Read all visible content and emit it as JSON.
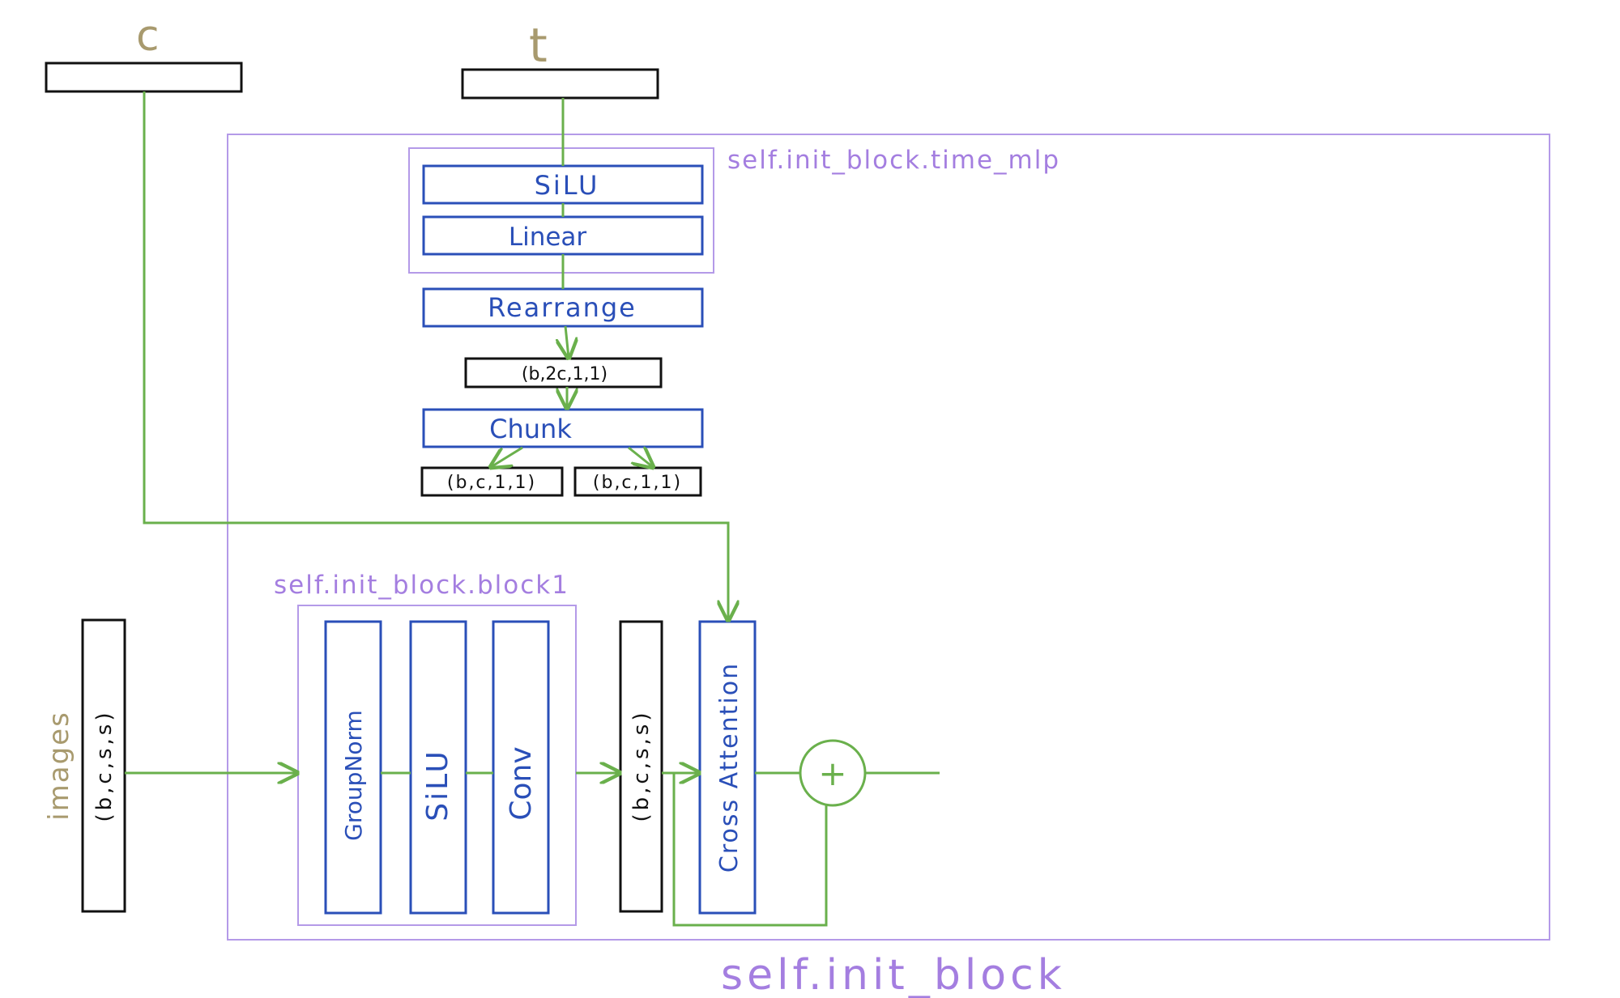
{
  "inputs": {
    "c_label": "c",
    "t_label": "t",
    "images_label": "images",
    "images_shape": "(b,c,s,s)"
  },
  "containers": {
    "init_block": "self.init_block",
    "time_mlp": "self.init_block.time_mlp",
    "block1": "self.init_block.block1"
  },
  "time_mlp_layers": {
    "silu": "SiLU",
    "linear": "Linear"
  },
  "time_path": {
    "rearrange": "Rearrange",
    "rearrange_shape": "(b,2c,1,1)",
    "chunk": "Chunk",
    "chunk_out_left": "(b,c,1,1)",
    "chunk_out_right": "(b,c,1,1)"
  },
  "block1_layers": {
    "groupnorm": "GroupNorm",
    "silu": "SiLU",
    "conv": "Conv"
  },
  "main_path": {
    "block1_out_shape": "(b,c,s,s)",
    "cross_attention": "Cross Attention",
    "add_symbol": "+"
  },
  "colors": {
    "green": "#6ab04c",
    "blue": "#2a4fb8",
    "purple": "#b49ae8",
    "tan": "#a89a6e",
    "black": "#111111"
  }
}
